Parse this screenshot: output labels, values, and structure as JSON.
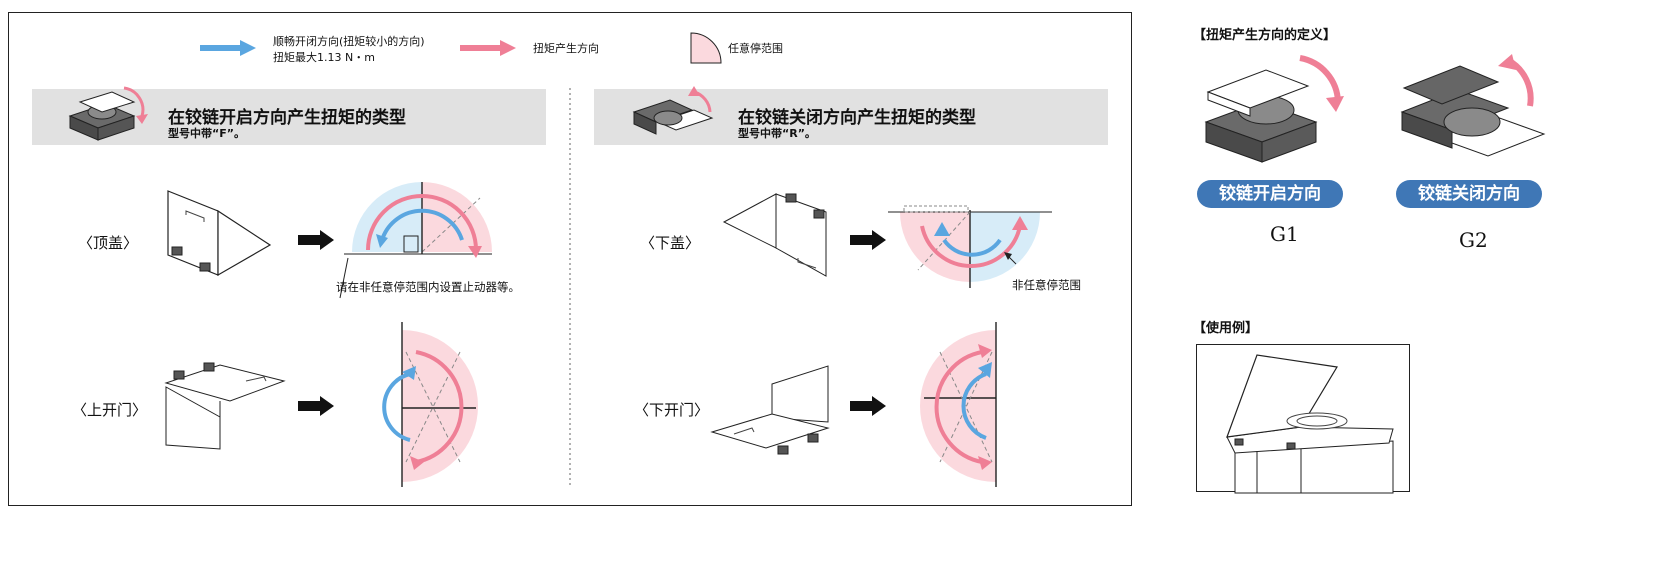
{
  "legend": {
    "smooth_line1": "顺畅开闭方向(扭矩较小的方向)",
    "smooth_line2": "扭矩最大1.13 N・m",
    "torque_dir": "扭矩产生方向",
    "free_stop": "任意停范围"
  },
  "left_panel": {
    "title": "在铰链开启方向产生扭矩的类型",
    "subtitle": "型号中带“F”。",
    "case_top": "〈顶盖〉",
    "case_up": "〈上开门〉",
    "note": "请在非任意停范围内设置止动器等。"
  },
  "right_panel": {
    "title": "在铰链关闭方向产生扭矩的类型",
    "subtitle": "型号中带“R”。",
    "case_bottom_lid": "〈下盖〉",
    "case_down": "〈下开门〉",
    "note": "非任意停范围"
  },
  "side": {
    "torque_def_title": "【扭矩产生方向的定义】",
    "pill_open": "铰链开启方向",
    "pill_close": "铰链关闭方向",
    "g1": "G1",
    "g2": "G2",
    "usage_title": "【使用例】"
  },
  "colors": {
    "blue_arrow": "#5aa6e0",
    "pink_arrow": "#ef7f96",
    "pink_fill": "#fbd9de",
    "blue_fill": "#d7ecf8",
    "pill_bg": "#3f77b6",
    "band_bg": "#e1e1e1"
  }
}
